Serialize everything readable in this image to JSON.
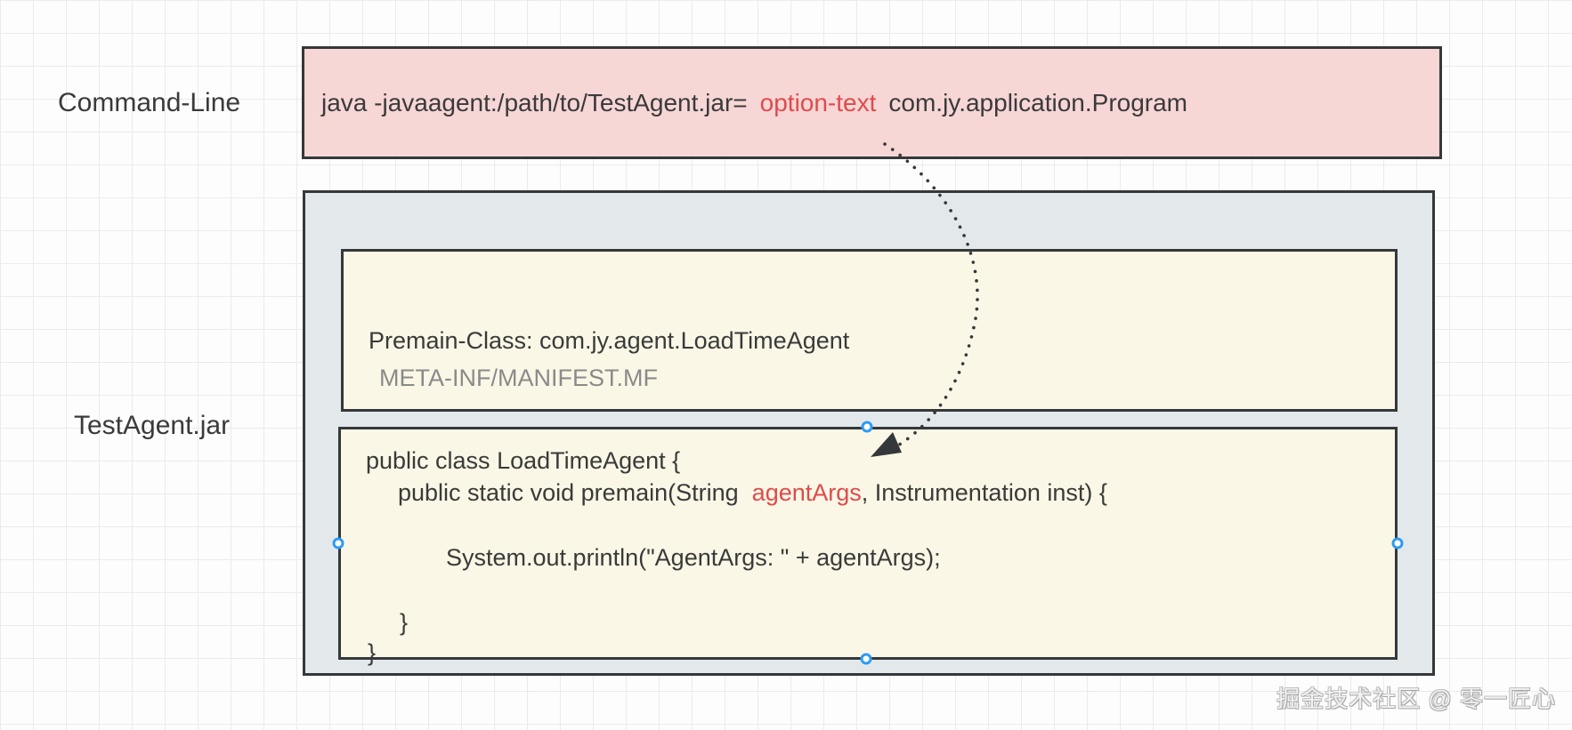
{
  "labels": {
    "command_line": "Command-Line",
    "jar": "TestAgent.jar"
  },
  "command_box": {
    "prefix": "java -javaagent:/path/to/TestAgent.jar=",
    "option": "option-text",
    "suffix": "com.jy.application.Program"
  },
  "manifest_box": {
    "premain_line": "Premain-Class: com.jy.agent.LoadTimeAgent",
    "file_label": "META-INF/MANIFEST.MF"
  },
  "code_box": {
    "line1": "public class LoadTimeAgent {",
    "line2_pre": "public static void premain(String",
    "line2_arg": "agentArgs",
    "line2_post": ", Instrumentation inst) {",
    "line3": "System.out.println(\"AgentArgs: \" + agentArgs);",
    "line4": "}",
    "line5": "}"
  },
  "watermark": {
    "text": "掘金技术社区 @ 零一匠心"
  },
  "colors": {
    "accent_red": "#e04b4b",
    "shape_border": "#35383a",
    "command_fill": "#f7d6d6",
    "container_fill": "#e3e8eb",
    "inner_fill": "#faf7e6",
    "selection_handle": "#2e9bf4",
    "muted_text": "#8a8a8a",
    "dark_text": "#3a3a3a"
  }
}
